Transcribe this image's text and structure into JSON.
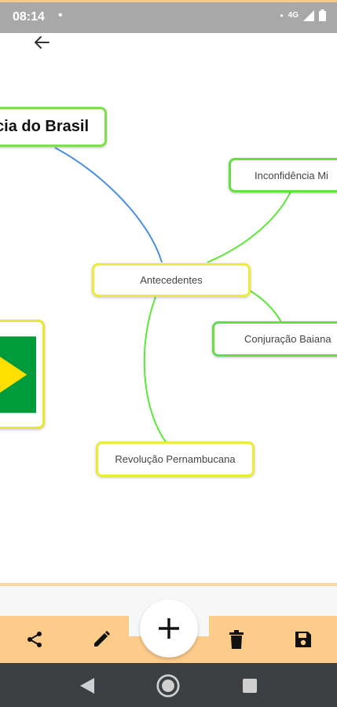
{
  "status_bar": {
    "time": "08:14",
    "notification_dot": "•",
    "signal_dot": "•",
    "network": "4G"
  },
  "mindmap": {
    "root": "cia do Brasil",
    "hub": "Antecedentes",
    "nodes": {
      "inconfidencia": "Inconfidência Mi",
      "conjuracao": "Conjuração Baiana",
      "revolucao": "Revolução Pernambucana"
    },
    "colors": {
      "link_blue": "#4a90e2",
      "link_green": "#5ce83a",
      "border_green": "#7fe04a",
      "border_yellow": "#ecec3a",
      "flag_green": "#009c3b",
      "flag_yellow": "#ffdf00"
    }
  },
  "toolbar": {
    "icons": [
      "share-icon",
      "pencil-icon",
      "plus-icon",
      "trash-icon",
      "save-icon"
    ],
    "background": "#fdcb8a"
  },
  "nav_bar": {
    "icons": [
      "back-triangle-icon",
      "home-circle-icon",
      "recents-square-icon"
    ]
  }
}
